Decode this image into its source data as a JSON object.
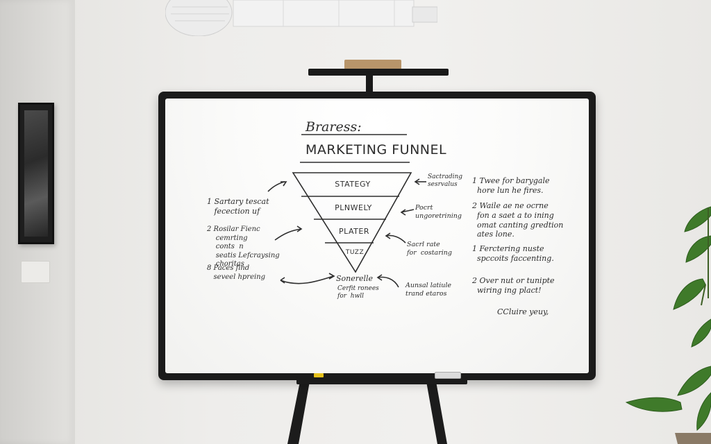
{
  "board": {
    "heading": "Braress:",
    "title": "MARKETING FUNNEL",
    "funnel": [
      "STATEGY",
      "PLNWELY",
      "PLATER",
      "TUZZ"
    ],
    "funnel_bottom": "Sonerelle",
    "funnel_bottom_note": "Cerfit ronees\nfor  hwll",
    "left_notes": [
      "1 Sartary tescat\n   fecection uf",
      "2 Rosilar Fienc\n    cemrting\n    conts  n\n    seatis Lefcraysing\n    choritas",
      "8 Paces find\n   seveel hpreing"
    ],
    "right_notes": [
      "Sactrading\nsesrvalus",
      "Pocrt\nungoretrining",
      "Sacrl rate\nfor  costaring",
      "Aunsal latiule\ntrand etaros"
    ],
    "far_right_notes": [
      "1 Twee for barygale\n  hore lun he fires.",
      "2 Waile ae ne ocrne\n  fon a saet a to ining\n  omat canting gredtion\n  ates lone.",
      "1 Ferctering nuste\n  spccoits faccenting.",
      "2 Over nut or tunipte\n  wiring ing plact!"
    ],
    "signature": "CCluire yeuy,"
  }
}
